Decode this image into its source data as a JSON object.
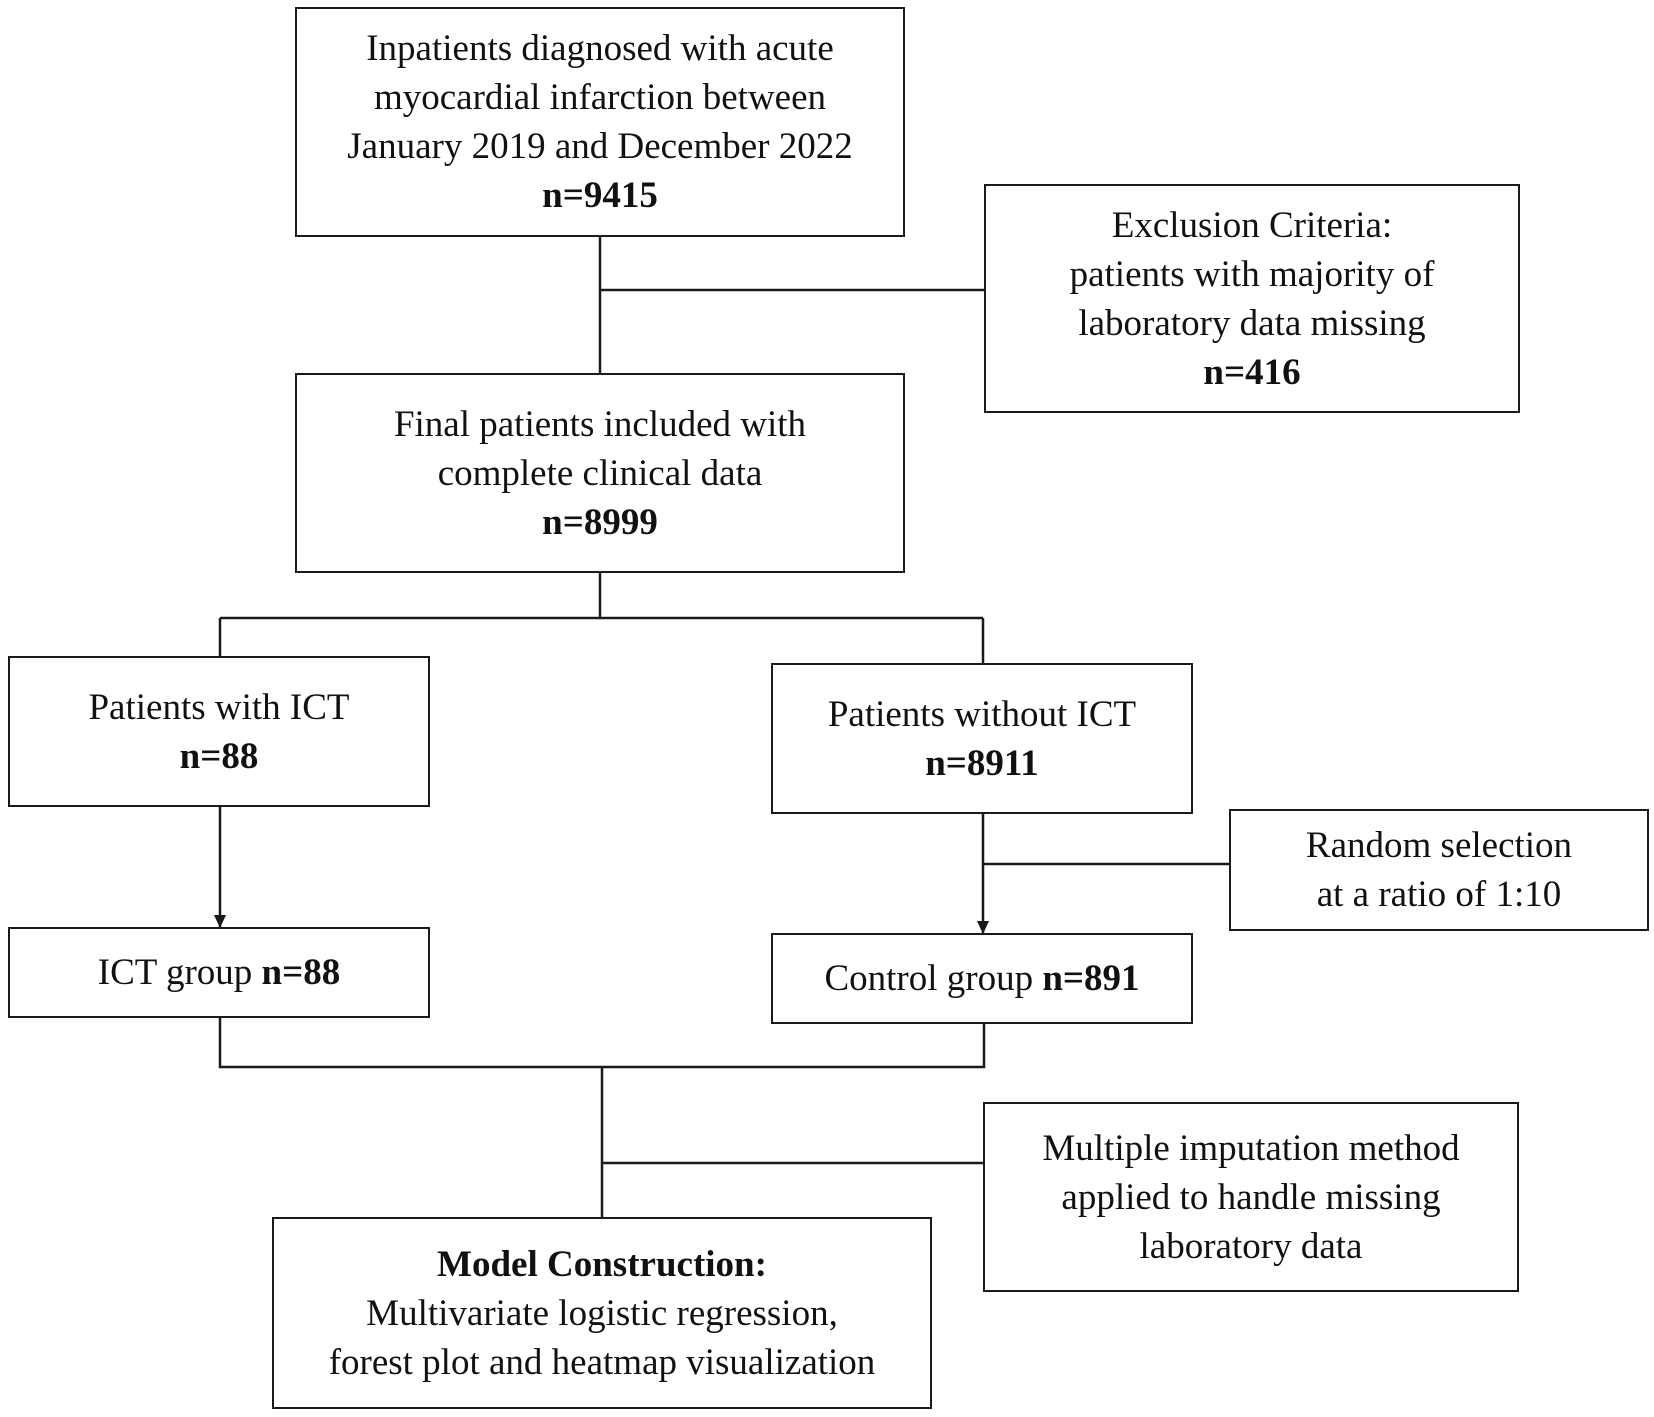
{
  "boxes": {
    "inpatients": {
      "lines": [
        "Inpatients diagnosed with acute",
        "myocardial infarction between",
        "January 2019 and December 2022"
      ],
      "count": "n=9415"
    },
    "exclusion": {
      "lines": [
        "Exclusion Criteria:",
        "patients with majority of",
        "laboratory data missing"
      ],
      "count": "n=416"
    },
    "final": {
      "lines": [
        "Final patients included with",
        "complete clinical data"
      ],
      "count": "n=8999"
    },
    "with_ict": {
      "lines": [
        "Patients with ICT"
      ],
      "count": "n=88"
    },
    "without_ict": {
      "lines": [
        "Patients without ICT"
      ],
      "count": "n=8911"
    },
    "random": {
      "lines": [
        "Random selection",
        "at a ratio of 1:10"
      ]
    },
    "ict_group": {
      "label": "ICT group",
      "count": "n=88"
    },
    "control_group": {
      "label": "Control group",
      "count": "n=891"
    },
    "imputation": {
      "lines": [
        "Multiple imputation method",
        "applied to handle missing",
        "laboratory data"
      ]
    },
    "model": {
      "title": "Model Construction:",
      "lines": [
        "Multivariate logistic regression,",
        "forest plot and heatmap visualization"
      ]
    }
  },
  "colors": {
    "line": "#1a1a1a",
    "background": "#ffffff"
  }
}
